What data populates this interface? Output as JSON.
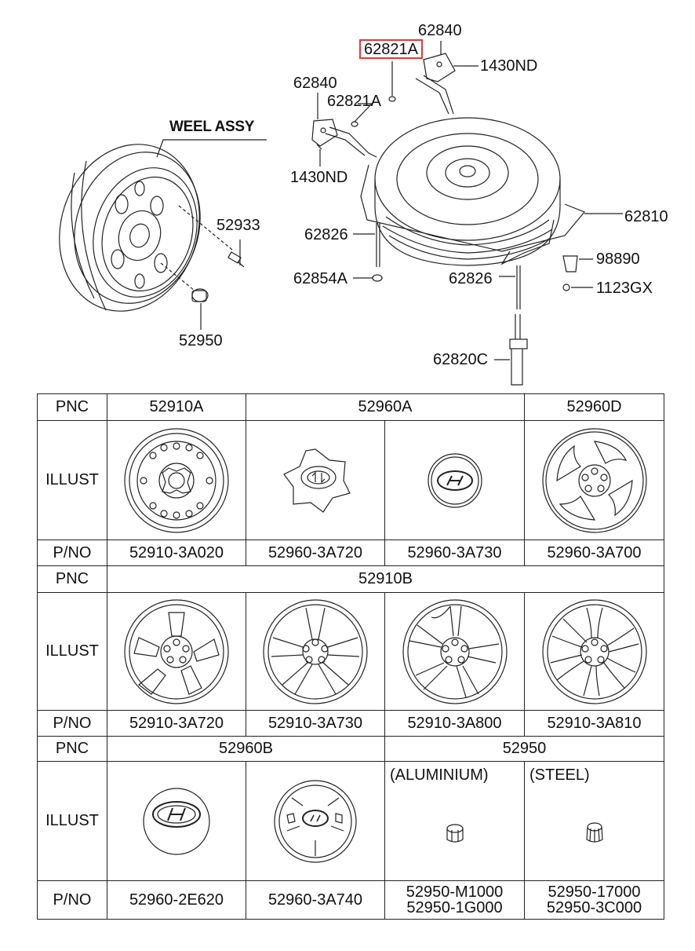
{
  "callouts": {
    "weel_assy": "WEEL ASSY",
    "p62840_top": "62840",
    "p62821A_hl": "62821A",
    "p1430ND_top": "1430ND",
    "p62840_left": "62840",
    "p62821A_mid": "62821A",
    "p1430ND_left": "1430ND",
    "p62810": "62810",
    "p62826_a": "62826",
    "p62854A": "62854A",
    "p62826_b": "62826",
    "p98890": "98890",
    "p1123GX": "1123GX",
    "p62820C": "62820C",
    "p52933": "52933",
    "p52950": "52950"
  },
  "table": {
    "row_labels": {
      "pnc": "PNC",
      "illust": "ILLUST",
      "pno": "P/NO"
    },
    "section1": {
      "pnc": [
        "52910A",
        "52960A",
        "52960D"
      ],
      "pno": [
        "52910-3A020",
        "52960-3A720",
        "52960-3A730",
        "52960-3A700"
      ],
      "icons": [
        "steel-wheel-icon",
        "hubcap-center-icon",
        "hyundai-cap-icon",
        "wheel-cover-icon"
      ]
    },
    "section2": {
      "pnc": "52910B",
      "pno": [
        "52910-3A720",
        "52910-3A730",
        "52910-3A800",
        "52910-3A810"
      ],
      "icons": [
        "alloy-wheel-5spoke-icon",
        "alloy-wheel-10spoke-icon",
        "alloy-wheel-5split-icon",
        "alloy-wheel-6spoke-icon"
      ]
    },
    "section3": {
      "pnc": [
        "52960B",
        "52950"
      ],
      "notes": [
        "(ALUMINIUM)",
        "(STEEL)"
      ],
      "pno": [
        "52960-2E620",
        "52960-3A740",
        "52950-M1000",
        "52950-1G000",
        "52950-17000",
        "52950-3C000"
      ],
      "icons": [
        "hyundai-cap-icon",
        "center-cap-icon",
        "lug-nut-icon",
        "lug-nut-icon"
      ]
    }
  }
}
